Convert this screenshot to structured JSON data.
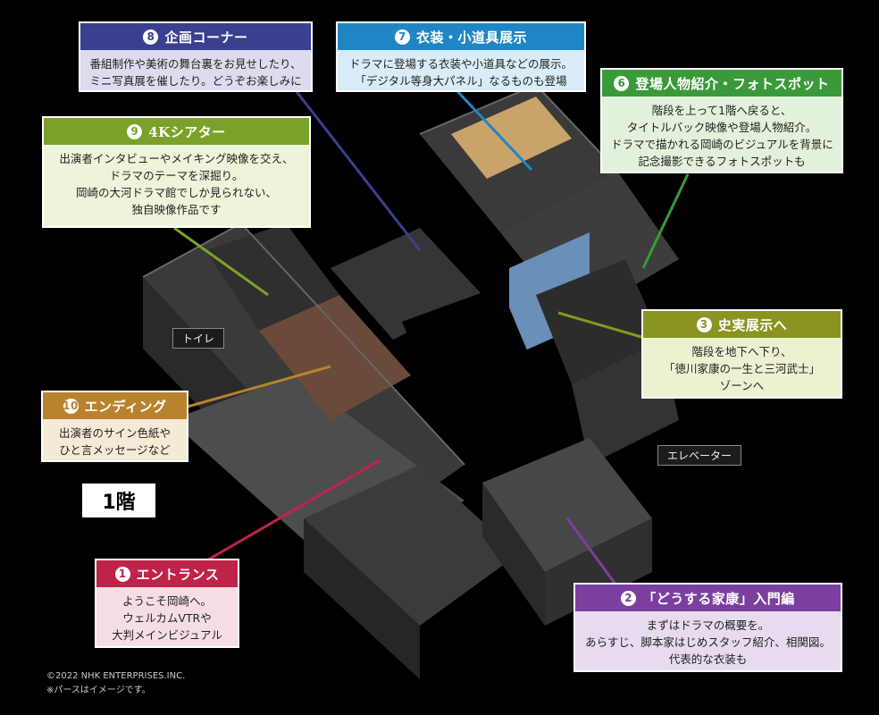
{
  "floor_label": "1階",
  "tags": {
    "toilet": "トイレ",
    "elevator": "エレベーター"
  },
  "copyright": "©2022 NHK ENTERPRISES.INC.",
  "note": "※パースはイメージです。",
  "callouts": {
    "c1": {
      "num": "1",
      "title": "エントランス",
      "lines": [
        "ようこそ岡崎へ。",
        "ウェルカムVTRや",
        "大判メインビジュアル"
      ],
      "color": "#c0234a",
      "bg": "#f6dde4"
    },
    "c2": {
      "num": "2",
      "title": "「どうする家康」入門編",
      "lines": [
        "まずはドラマの概要を。",
        "あらすじ、脚本家はじめスタッフ紹介、相関図。",
        "代表的な衣装も"
      ],
      "color": "#7b3fa0",
      "bg": "#e7dcef"
    },
    "c3": {
      "num": "3",
      "title": "史実展示へ",
      "lines": [
        "階段を地下へ下り、",
        "「徳川家康の一生と三河武士」",
        "ゾーンへ"
      ],
      "color": "#8a9420",
      "bg": "#eef0d2"
    },
    "c6": {
      "num": "6",
      "title": "登場人物紹介・フォトスポット",
      "lines": [
        "階段を上って1階へ戻ると、",
        "タイトルバック映像や登場人物紹介。",
        "ドラマで描かれる岡崎のビジュアルを背景に",
        "記念撮影できるフォトスポットも"
      ],
      "color": "#3a9a3a",
      "bg": "#e2f1dc"
    },
    "c7": {
      "num": "7",
      "title": "衣装・小道具展示",
      "lines": [
        "ドラマに登場する衣装や小道具などの展示。",
        "「デジタル等身大パネル」なるものも登場"
      ],
      "color": "#1f86c6",
      "bg": "#d9ecf7"
    },
    "c8": {
      "num": "8",
      "title": "企画コーナー",
      "lines": [
        "番組制作や美術の舞台裏をお見せしたり、",
        "ミニ写真展を催したり。どうぞお楽しみに"
      ],
      "color": "#3a3f8f",
      "bg": "#dcdcee"
    },
    "c9": {
      "num": "9",
      "title": "4Kシアター",
      "lines": [
        "出演者インタビューやメイキング映像を交え、",
        "ドラマのテーマを深掘り。",
        "岡崎の大河ドラマ館でしか見られない、",
        "独自映像作品です"
      ],
      "color": "#7aa22a",
      "bg": "#eef4d9"
    },
    "c10": {
      "num": "10",
      "title": "エンディング",
      "lines": [
        "出演者のサイン色紙や",
        "ひと言メッセージなど"
      ],
      "color": "#b8832e",
      "bg": "#f5ead6"
    }
  }
}
